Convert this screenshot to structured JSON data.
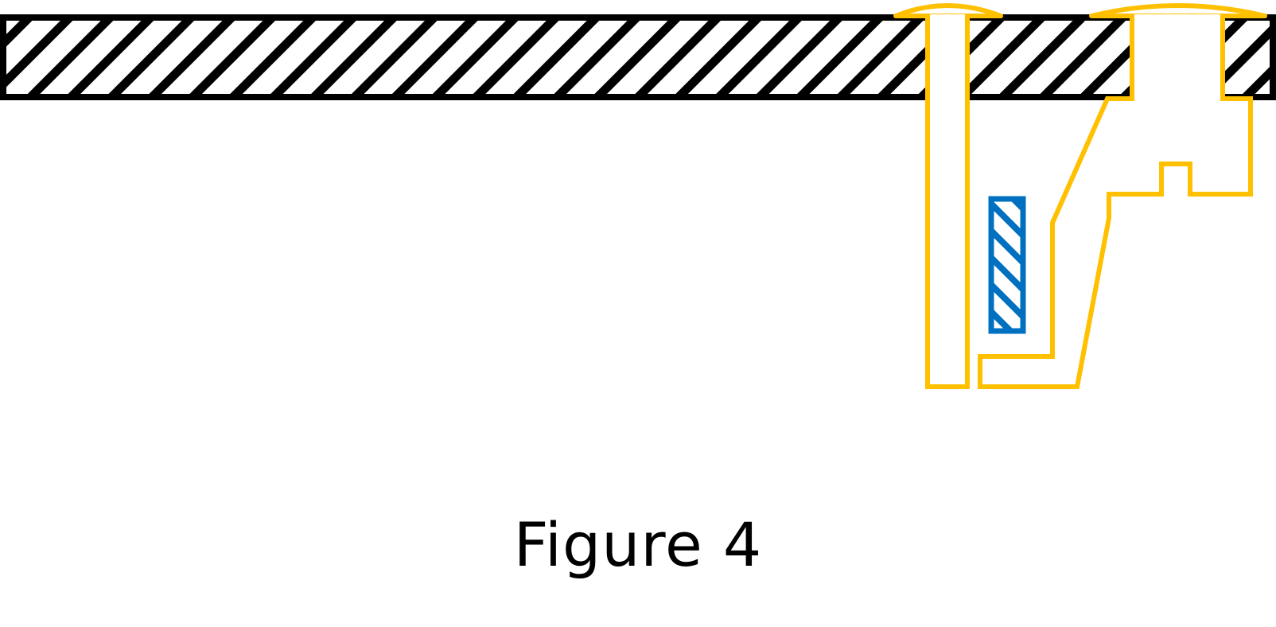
{
  "figure": {
    "caption": "Figure 4",
    "colors": {
      "plate_outline": "#000000",
      "plate_hatch": "#000000",
      "fastener_outline": "#FFC000",
      "insert_outline": "#0070C0",
      "background": "#FFFFFF"
    },
    "elements": [
      {
        "name": "hatched-plate",
        "description": "Horizontal cross-hatched panel across top"
      },
      {
        "name": "rivet-left",
        "description": "Yellow-outlined rivet with domed head through plate"
      },
      {
        "name": "fastener-right",
        "description": "Yellow-outlined stepped bracket/fastener with domed head"
      },
      {
        "name": "blue-insert",
        "description": "Small blue hatched rectangular insert"
      }
    ]
  }
}
